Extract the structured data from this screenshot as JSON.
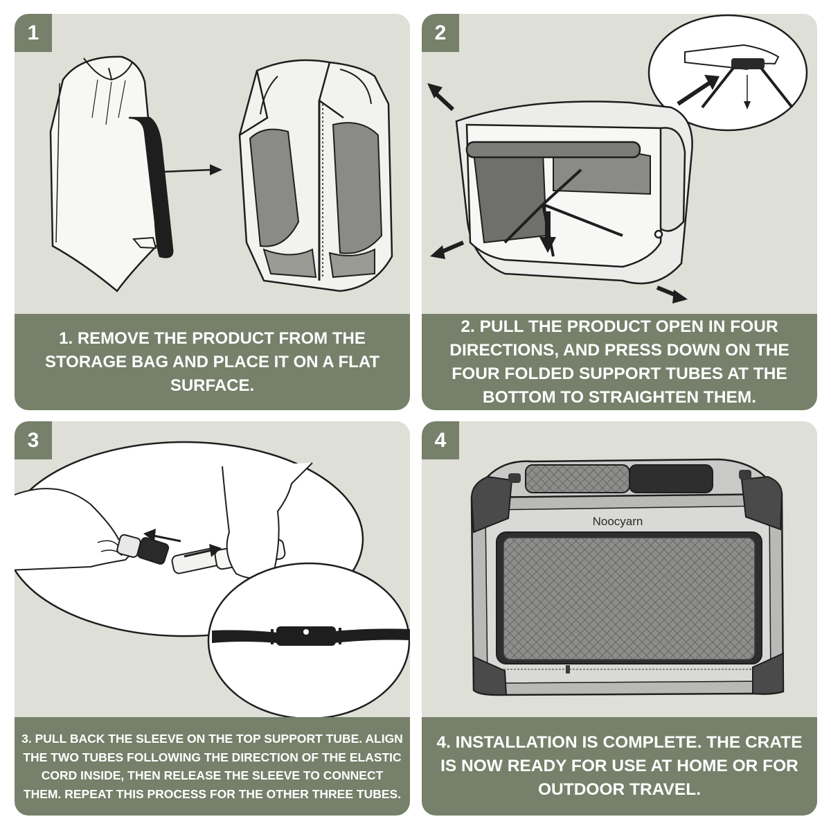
{
  "steps": [
    {
      "number": "1",
      "caption": "1. REMOVE THE PRODUCT FROM THE STORAGE BAG AND PLACE IT ON A FLAT SURFACE."
    },
    {
      "number": "2",
      "caption": "2. PULL THE PRODUCT OPEN IN FOUR DIRECTIONS, AND PRESS DOWN ON THE FOUR FOLDED SUPPORT  TUBES AT THE BOTTOM TO STRAIGHTEN THEM."
    },
    {
      "number": "3",
      "caption": "3. PULL BACK THE SLEEVE ON THE TOP SUPPORT TUBE.  ALIGN THE TWO TUBES FOLLOWING THE DIRECTION OF THE ELASTIC CORD INSIDE, THEN RELEASE THE SLEEVE TO CONNECT THEM. REPEAT THIS PROCESS FOR THE OTHER THREE TUBES."
    },
    {
      "number": "4",
      "caption": "4. INSTALLATION IS COMPLETE. THE CRATE IS NOW READY FOR USE AT HOME OR FOR OUTDOOR TRAVEL."
    }
  ],
  "product": {
    "brand_label": "Noocyarn"
  },
  "colors": {
    "panel_background": "#dedfd7",
    "caption_background": "#76806a",
    "caption_text": "#ffffff",
    "outline": "#1e1e1e"
  },
  "icons": [
    "arrow-right-icon",
    "arrow-diagonal-icon",
    "arrow-down-icon",
    "arrow-left-icon"
  ]
}
